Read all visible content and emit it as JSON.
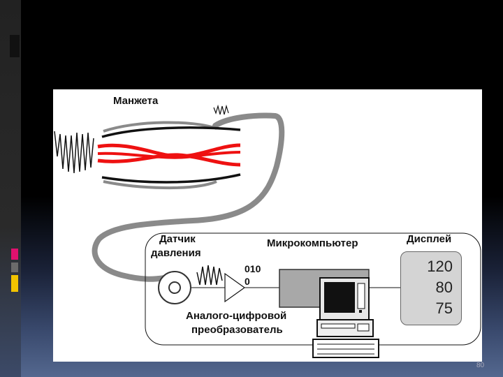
{
  "diagram": {
    "cuff_label": "Манжета",
    "sensor_label_1": "Датчик",
    "sensor_label_2": "давления",
    "microcomputer_label": "Микрокомпьютер",
    "display_label": "Дисплей",
    "digital_code_1": "010",
    "digital_code_2": "0",
    "adc_label_1": "Аналого-цифровой",
    "adc_label_2": "преобразователь",
    "display_values": [
      "120",
      "80",
      "75"
    ]
  },
  "slide": {
    "page_number": "80"
  },
  "colors": {
    "cuff_red": "#ee1111",
    "tube_gray": "#8a8a8a",
    "accent_pink": "#e0116e",
    "accent_yellow": "#f2c400",
    "accent_gray": "#6b6b6b"
  }
}
